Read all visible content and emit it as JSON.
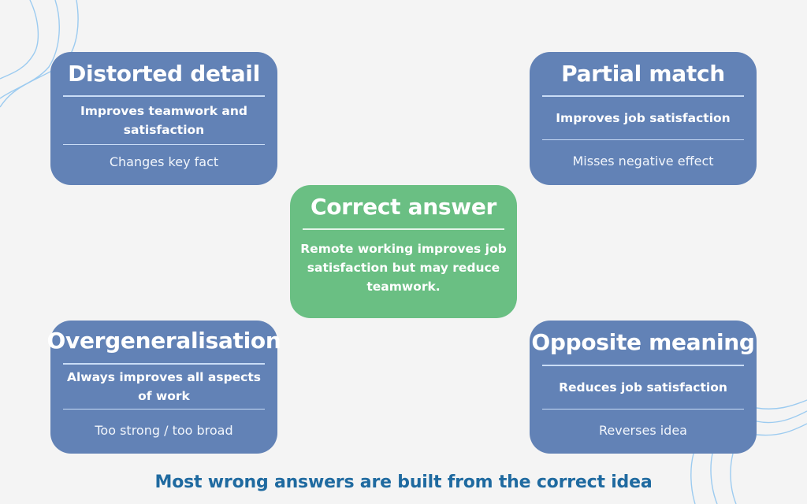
{
  "colors": {
    "background": "#f4f4f4",
    "card_blue": "#6282b6",
    "card_green": "#6abf83",
    "text_white": "#ffffff",
    "footer_blue": "#1f6aa0",
    "decor_line": "#9ccbf0"
  },
  "cards": {
    "distorted": {
      "title": "Distorted detail",
      "example": "Improves teamwork and satisfaction",
      "note": "Changes key fact"
    },
    "partial": {
      "title": "Partial match",
      "example": "Improves job satisfaction",
      "note": "Misses negative effect"
    },
    "correct": {
      "title": "Correct answer",
      "example": "Remote working improves job satisfaction but may reduce teamwork."
    },
    "overgeneralisation": {
      "title": "Overgeneralisation",
      "example": "Always improves all aspects of work",
      "note": "Too strong / too broad"
    },
    "opposite": {
      "title": "Opposite meaning",
      "example": "Reduces job satisfaction",
      "note": "Reverses idea"
    }
  },
  "footer": {
    "text": "Most wrong answers are built from the correct idea"
  }
}
